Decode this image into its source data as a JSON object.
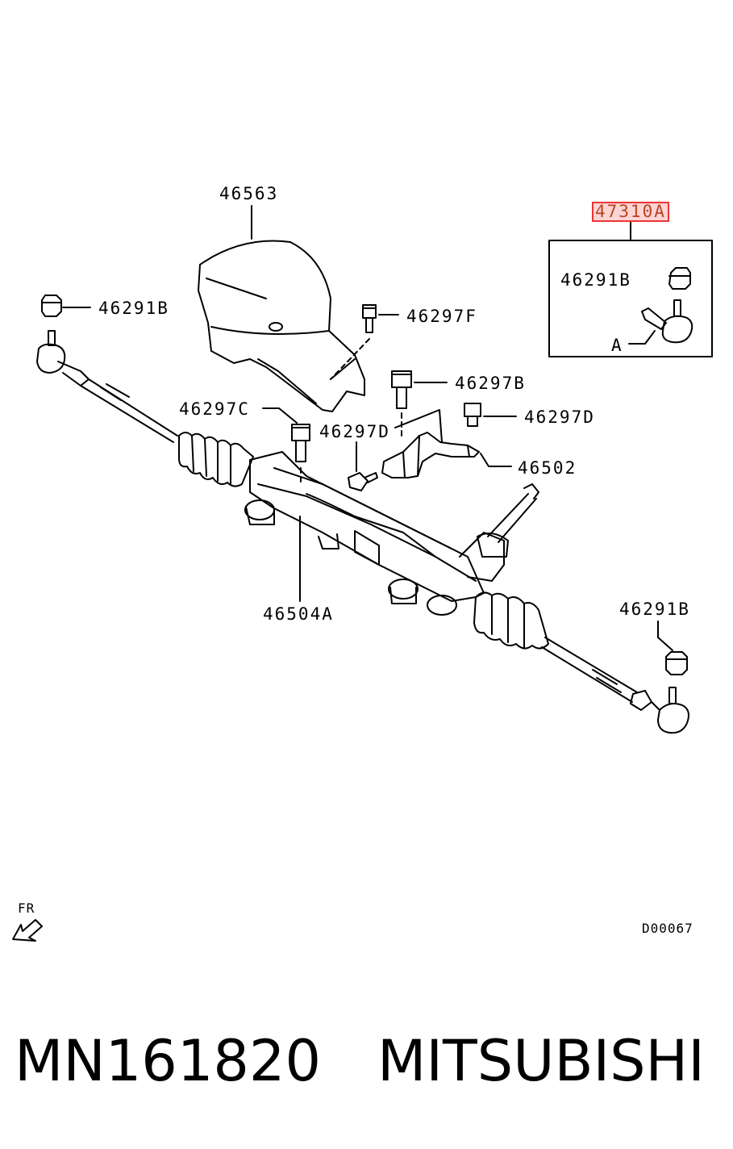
{
  "labels": {
    "p46563": "46563",
    "p47310A": "47310A",
    "p46291B_left": "46291B",
    "p46297F": "46297F",
    "p46291B_kit": "46291B",
    "kit_A": "A",
    "p46297B": "46297B",
    "p46297C": "46297C",
    "p46297D_mid": "46297D",
    "p46297D_right": "46297D",
    "p46502": "46502",
    "p46504A": "46504A",
    "p46291B_right": "46291B",
    "fr": "FR",
    "diagram_code": "D00067"
  },
  "footer": {
    "part_number": "MN161820",
    "brand": "MITSUBISHI"
  },
  "colors": {
    "line": "#000000",
    "highlight_border": "#e33333",
    "highlight_fill": "#fbd4d4"
  }
}
